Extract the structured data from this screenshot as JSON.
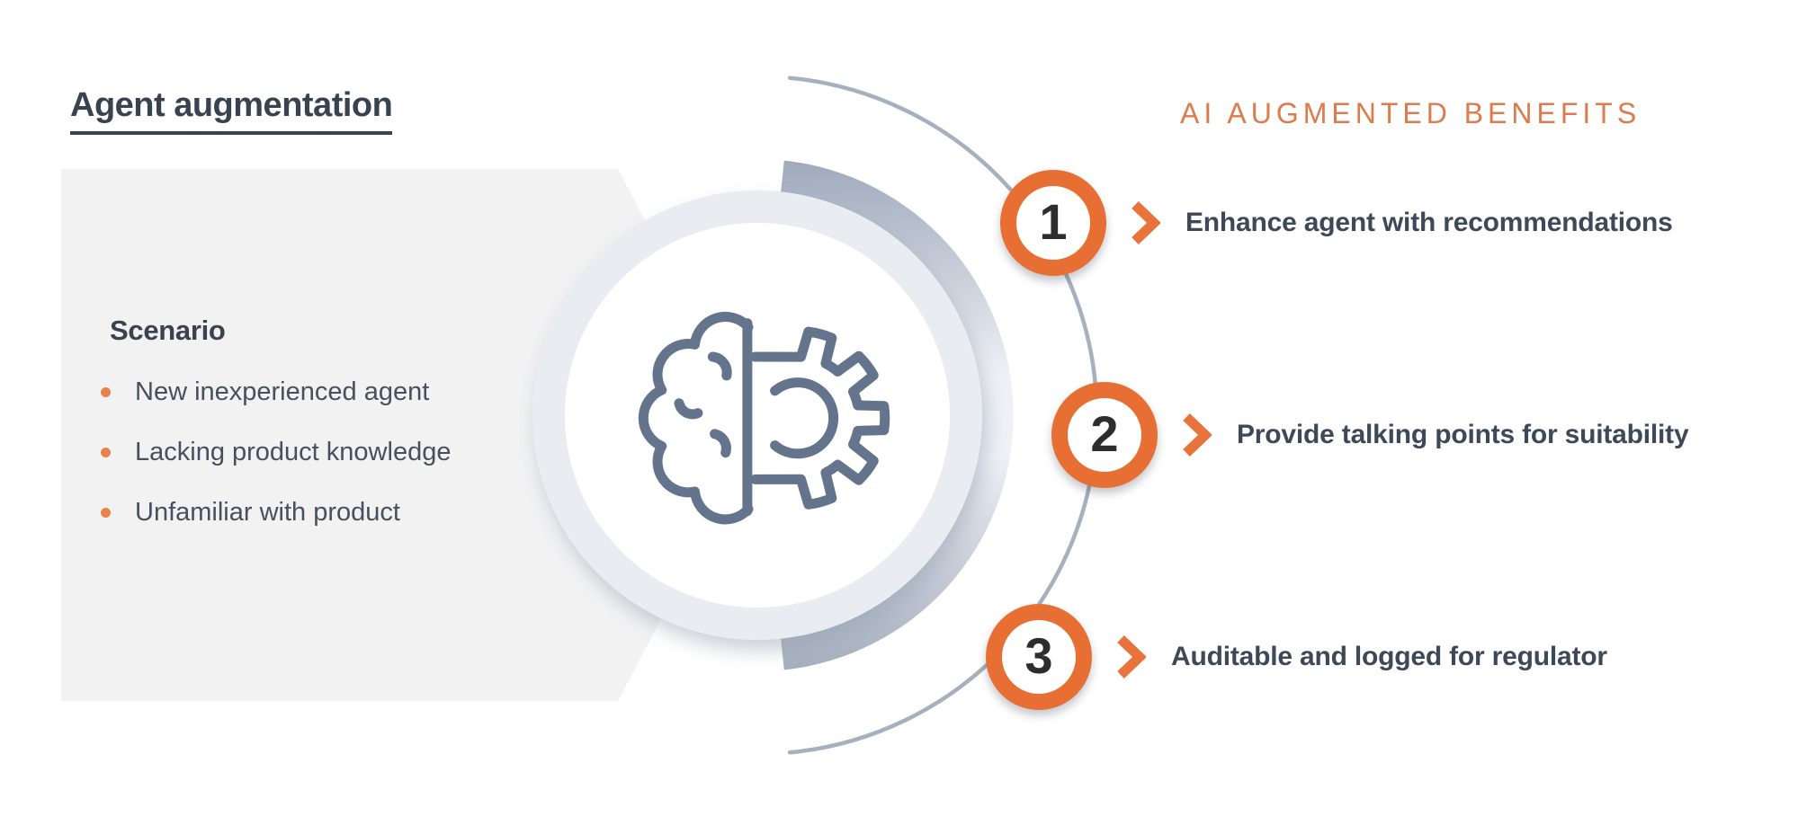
{
  "page": {
    "title": "Agent augmentation"
  },
  "benefits_header": {
    "label": "AI AUGMENTED BENEFITS"
  },
  "scenario": {
    "heading": "Scenario",
    "items": [
      "New inexperienced agent",
      "Lacking product knowledge",
      "Unfamiliar with product"
    ]
  },
  "benefits": {
    "items": [
      {
        "number": "1",
        "label": "Enhance agent with recommendations"
      },
      {
        "number": "2",
        "label": "Provide talking points for suitability"
      },
      {
        "number": "3",
        "label": "Auditable and logged for regulator"
      }
    ]
  },
  "icons": {
    "center": "brain-gear-icon",
    "row_marker": "chevron-right-icon",
    "list_marker": "bullet-dot"
  },
  "colors": {
    "accent_orange": "#E8743C",
    "badge_ring_orange": "#E86F34",
    "header_orange": "#DD7B4C",
    "bullet_orange": "#E8834E",
    "dark_slate_text": "#39424F",
    "benefit_text": "#3D4958",
    "icon_slate": "#64748C",
    "panel_gray": "#F2F2F3",
    "arc_gray": "#A6B0BF",
    "ring_gray": "#E9ECF1",
    "swoosh_dark": "#9EA9BB",
    "swoosh_light": "#EEF1F5"
  }
}
